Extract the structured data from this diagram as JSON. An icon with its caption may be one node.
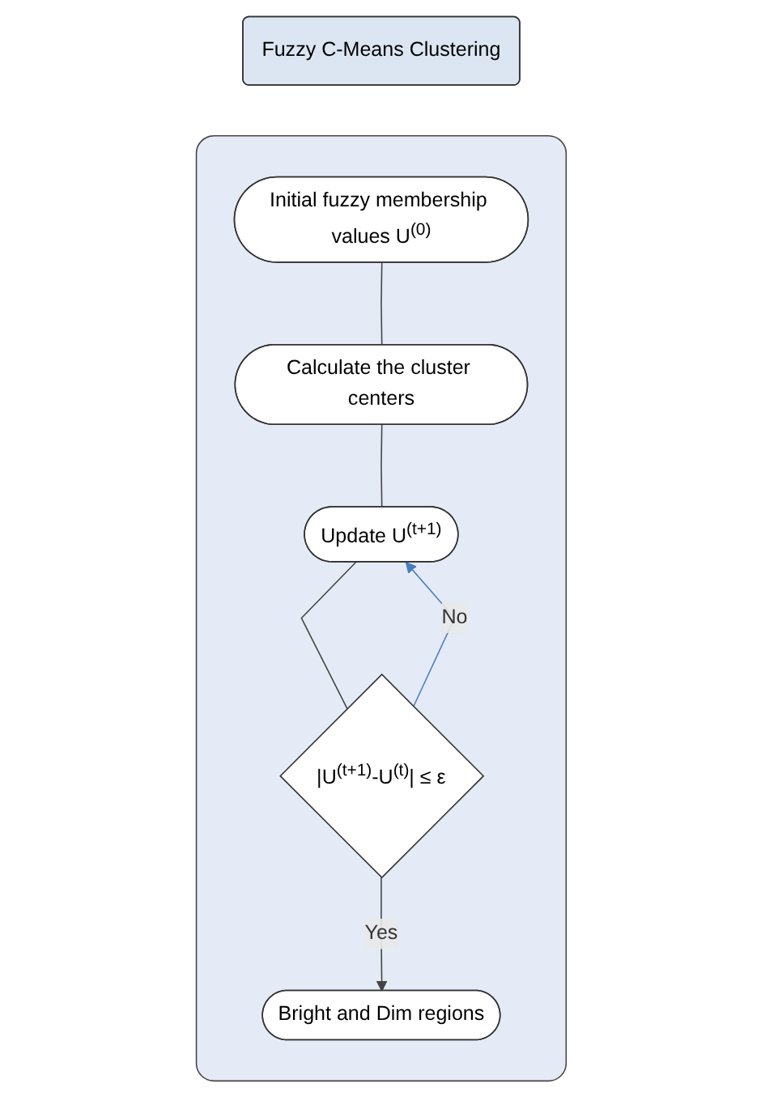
{
  "diagram": {
    "nodes": [
      {
        "text": [
          "Fuzzy C-Means Clustering"
        ]
      },
      {
        "text": [],
        "shape": "box"
      },
      {
        "text": [
          "Initial fuzzy membership values U$^{(0)}$"
        ],
        "in": 1
      },
      {
        "text": [
          "Calculate the cluster centers"
        ],
        "in": 1
      },
      {
        "text": [
          "Update U$^{(t+1)}$"
        ],
        "in": 1
      },
      {
        "text": [
          "|U$^{(t+1)}$-U$^{(t)}$| ≤ ε"
        ],
        "in": 1
      },
      {
        "text": [
          "Bright and Dim regions"
        ],
        "in": 1
      }
    ],
    "edges": [
      {
        "from": 2,
        "to": 3,
        "arrow": "none"
      },
      {
        "from": 3,
        "to": 4,
        "arrow": "none"
      },
      {
        "from": 4,
        "to": 5,
        "arrow": "none"
      },
      {
        "from": 5,
        "to": 6,
        "arrow": "to",
        "label": "Yes"
      },
      {
        "from": 5,
        "to": 4,
        "arrow": "to",
        "label": "No",
        "color": "#4a7ebb"
      }
    ]
  }
}
